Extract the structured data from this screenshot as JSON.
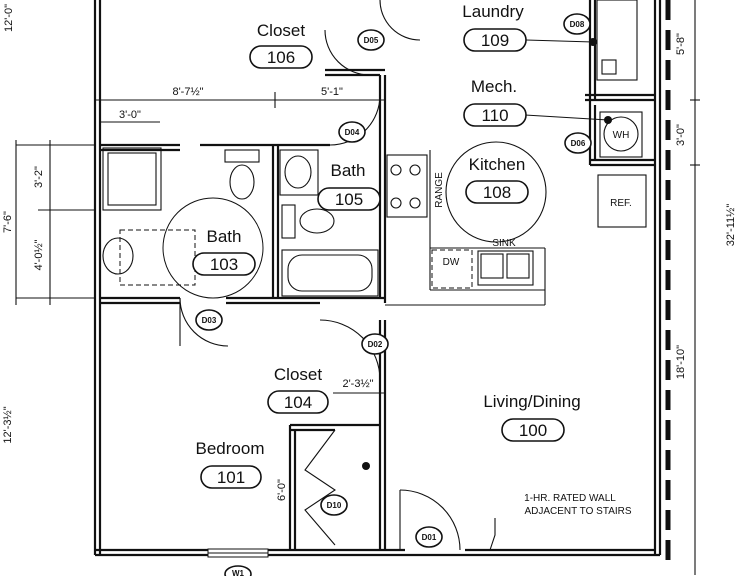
{
  "rooms": [
    {
      "name": "Closet",
      "number": "106"
    },
    {
      "name": "Laundry",
      "number": "109"
    },
    {
      "name": "Mech.",
      "number": "110"
    },
    {
      "name": "Bath",
      "number": "105"
    },
    {
      "name": "Kitchen",
      "number": "108"
    },
    {
      "name": "Bath",
      "number": "103"
    },
    {
      "name": "Closet",
      "number": "104"
    },
    {
      "name": "Living/Dining",
      "number": "100"
    },
    {
      "name": "Bedroom",
      "number": "101"
    }
  ],
  "door_tags": [
    "D05",
    "D08",
    "D04",
    "D06",
    "D03",
    "D02",
    "D10",
    "D01",
    "W1"
  ],
  "dimensions": {
    "top_left": "12'-0\"",
    "left_7_6": "7'-6\"",
    "left_3_2": "3'-2\"",
    "left_4_0": "4'-0½\"",
    "left_12_3": "12'-3½\"",
    "top_8_7": "8'-7½\"",
    "top_3_0": "3'-0\"",
    "top_5_1": "5'-1\"",
    "right_5_8": "5'-8\"",
    "right_3_0": "3'-0\"",
    "right_32_11": "32'-11½\"",
    "right_18_10": "18'-10\"",
    "closet_2_3": "2'-3½\"",
    "closet_6_0": "6'-0\""
  },
  "fixtures": {
    "wh": "WH",
    "ref": "REF.",
    "range": "RANGE",
    "dw": "DW",
    "sink": "SINK"
  },
  "note": {
    "line1": "1-HR. RATED WALL",
    "line2": "ADJACENT TO STAIRS"
  }
}
